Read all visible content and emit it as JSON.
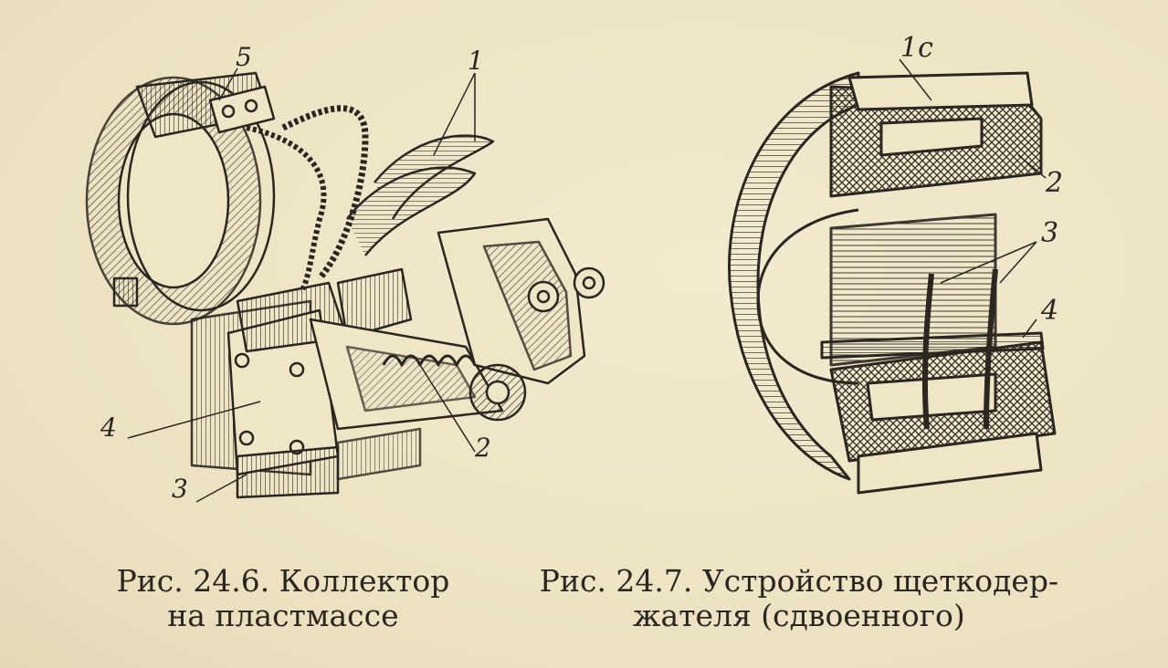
{
  "figures": [
    {
      "id": "fig-24-6",
      "labels": [
        "1",
        "2",
        "3",
        "4",
        "5"
      ],
      "caption_line1": "Рис.  24.6.  Коллектор",
      "caption_line2": "на  пластмассе"
    },
    {
      "id": "fig-24-7",
      "labels": [
        "1c",
        "2",
        "3",
        "4"
      ],
      "caption_line1": "Рис.  24.7.  Устройство  щеткодер-",
      "caption_line2": "жателя  (сдвоенного)"
    }
  ],
  "colors": {
    "paper": "#efe6c8",
    "ink": "#2b2620"
  }
}
